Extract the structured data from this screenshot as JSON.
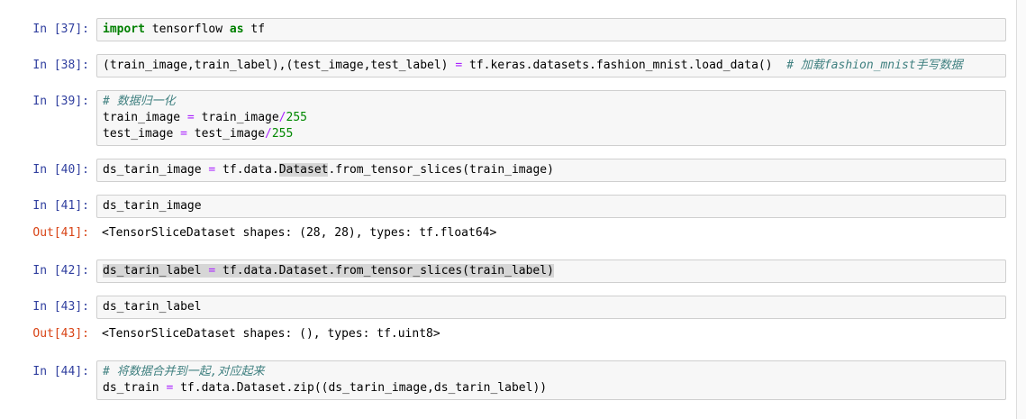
{
  "app": "jupyter-notebook",
  "colors": {
    "input_prompt": "#303F9F",
    "output_prompt": "#D84315",
    "keyword": "#008000",
    "operator": "#AA22FF",
    "number": "#008800",
    "comment": "#408080",
    "input_bg": "#f7f7f7",
    "input_border": "#cfcfcf",
    "selection": "#d6d6d6"
  },
  "cells": [
    {
      "execution_count": 37,
      "prompt_in": "In [37]:",
      "source_lines": [
        {
          "tokens": [
            {
              "text": "import",
              "type": "keyword"
            },
            {
              "text": " tensorflow ",
              "type": "plain"
            },
            {
              "text": "as",
              "type": "keyword"
            },
            {
              "text": " tf",
              "type": "plain"
            }
          ]
        }
      ]
    },
    {
      "execution_count": 38,
      "prompt_in": "In [38]:",
      "source_lines": [
        {
          "tokens": [
            {
              "text": "(train_image,train_label),(test_image,test_label) ",
              "type": "plain"
            },
            {
              "text": "=",
              "type": "operator"
            },
            {
              "text": " tf.keras.datasets.fashion_mnist.load_data()  ",
              "type": "plain"
            },
            {
              "text": "# 加载fashion_mnist手写数据",
              "type": "comment"
            }
          ]
        }
      ]
    },
    {
      "execution_count": 39,
      "prompt_in": "In [39]:",
      "source_lines": [
        {
          "tokens": [
            {
              "text": "# 数据归一化",
              "type": "comment"
            }
          ]
        },
        {
          "tokens": [
            {
              "text": "train_image ",
              "type": "plain"
            },
            {
              "text": "=",
              "type": "operator"
            },
            {
              "text": " train_image",
              "type": "plain"
            },
            {
              "text": "/",
              "type": "operator"
            },
            {
              "text": "255",
              "type": "number"
            }
          ]
        },
        {
          "tokens": [
            {
              "text": "test_image ",
              "type": "plain"
            },
            {
              "text": "=",
              "type": "operator"
            },
            {
              "text": " test_image",
              "type": "plain"
            },
            {
              "text": "/",
              "type": "operator"
            },
            {
              "text": "255",
              "type": "number"
            }
          ]
        }
      ]
    },
    {
      "execution_count": 40,
      "prompt_in": "In [40]:",
      "source_lines": [
        {
          "tokens": [
            {
              "text": "ds_tarin_image ",
              "type": "plain"
            },
            {
              "text": "=",
              "type": "operator"
            },
            {
              "text": " tf.data.",
              "type": "plain"
            },
            {
              "text": "Dataset",
              "type": "plain",
              "highlight": true
            },
            {
              "text": ".from_tensor_slices(train_image)",
              "type": "plain"
            }
          ]
        }
      ]
    },
    {
      "execution_count": 41,
      "prompt_in": "In [41]:",
      "source_lines": [
        {
          "tokens": [
            {
              "text": "ds_tarin_image",
              "type": "plain"
            }
          ]
        }
      ],
      "output": {
        "prompt_out": "Out[41]:",
        "text": "<TensorSliceDataset shapes: (28, 28), types: tf.float64>"
      }
    },
    {
      "execution_count": 42,
      "prompt_in": "In [42]:",
      "source_lines": [
        {
          "selected": true,
          "tokens": [
            {
              "text": "ds_tarin_label ",
              "type": "plain"
            },
            {
              "text": "=",
              "type": "operator"
            },
            {
              "text": " tf.data.Dataset.from_tensor_slices(train_label)",
              "type": "plain"
            }
          ]
        }
      ]
    },
    {
      "execution_count": 43,
      "prompt_in": "In [43]:",
      "source_lines": [
        {
          "tokens": [
            {
              "text": "ds_tarin_label",
              "type": "plain"
            }
          ]
        }
      ],
      "output": {
        "prompt_out": "Out[43]:",
        "text": "<TensorSliceDataset shapes: (), types: tf.uint8>"
      }
    },
    {
      "execution_count": 44,
      "prompt_in": "In [44]:",
      "source_lines": [
        {
          "tokens": [
            {
              "text": "# 将数据合并到一起,对应起来",
              "type": "comment"
            }
          ]
        },
        {
          "tokens": [
            {
              "text": "ds_train ",
              "type": "plain"
            },
            {
              "text": "=",
              "type": "operator"
            },
            {
              "text": " tf.data.Dataset.zip((ds_tarin_image,ds_tarin_label))",
              "type": "plain"
            }
          ]
        }
      ]
    }
  ]
}
